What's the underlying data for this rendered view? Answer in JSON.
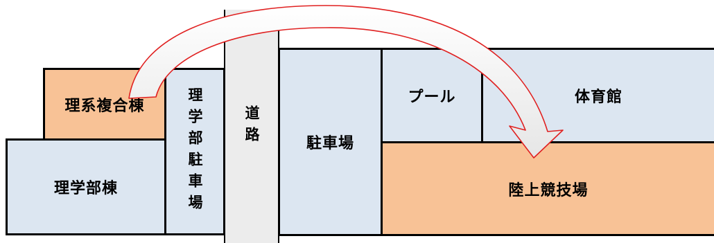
{
  "map": {
    "buildings": {
      "science_complex": "理系複合棟",
      "science_building": "理学部棟",
      "science_parking": "理学部駐車場",
      "road": "道路",
      "parking": "駐車場",
      "pool": "プール",
      "gymnasium": "体育館",
      "athletic_field": "陸上競技場"
    },
    "colors": {
      "blue": "#dce6f1",
      "orange": "#f8c296",
      "road": "#ececec",
      "arrow_stroke": "#e02020"
    }
  }
}
